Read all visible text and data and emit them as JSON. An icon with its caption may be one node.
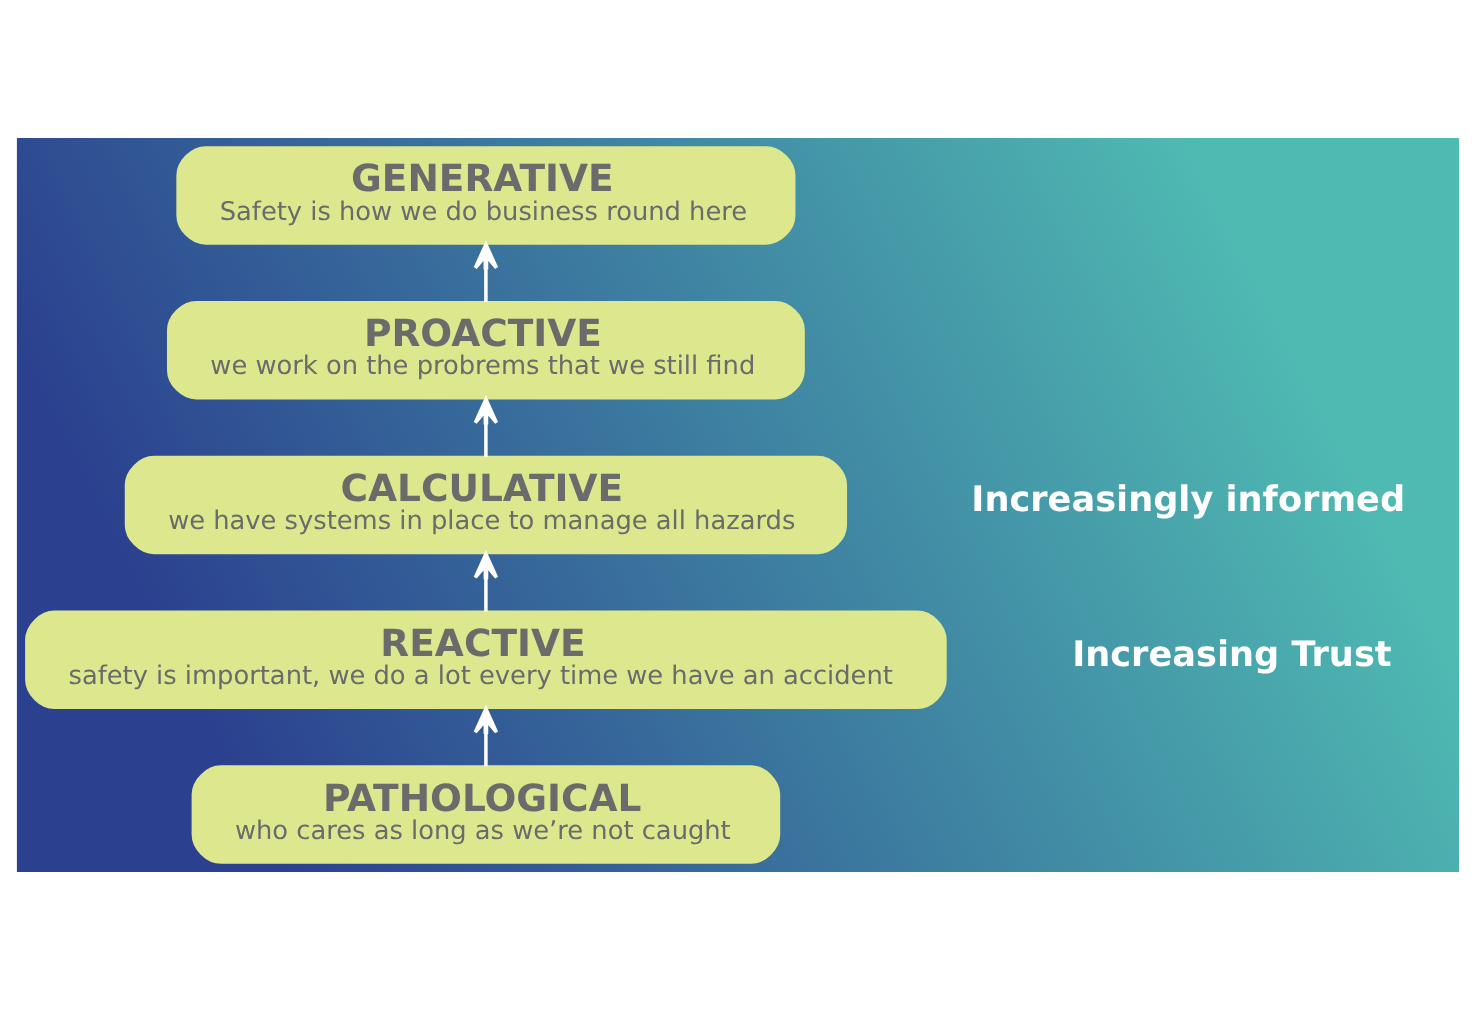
{
  "diagram": {
    "nodes": [
      {
        "text": [
          "PATHOLOGICAL",
          "who cares as long as we’re not caught"
        ]
      },
      {
        "text": [
          "REACTIVE",
          "safety is important, we do a lot every time we have an accident"
        ]
      },
      {
        "text": [
          "CALCULATIVE",
          "we have systems in place to manage all hazards"
        ]
      },
      {
        "text": [
          "PROACTIVE",
          "we work on the probrems that we still find"
        ]
      },
      {
        "text": [
          "GENERATIVE",
          "Safety is how we do business round here"
        ]
      }
    ],
    "edges": [
      {
        "from": 0,
        "to": 1,
        "arrow": "to"
      },
      {
        "from": 1,
        "to": 2,
        "arrow": "to"
      },
      {
        "from": 2,
        "to": 3,
        "arrow": "to"
      },
      {
        "from": 3,
        "to": 4,
        "arrow": "to"
      }
    ],
    "labels": [
      "Increasingly informed",
      "Increasing Trust"
    ]
  }
}
